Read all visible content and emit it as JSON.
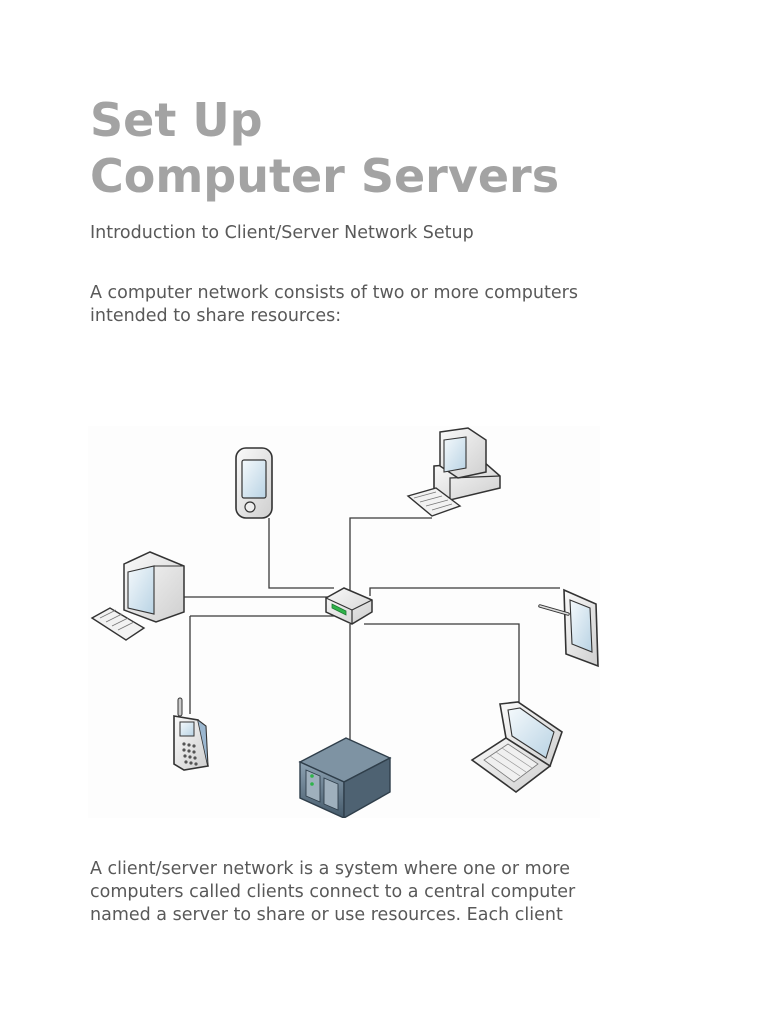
{
  "title": {
    "line1": "Set Up",
    "line2": "Computer Servers"
  },
  "subtitle": "Introduction to Client/Server Network Setup",
  "intro": {
    "line1": "A computer network consists of two or more computers",
    "line2": "intended to share resources:"
  },
  "diagram": {
    "icons": [
      "pda-icon",
      "desktop-tower-icon",
      "desktop-monitor-icon",
      "network-switch-icon",
      "tablet-icon",
      "cell-phone-icon",
      "server-icon",
      "laptop-icon"
    ],
    "colors": {
      "line": "#3a3a3a",
      "device_light": "#e8e8e8",
      "device_dark": "#4a4a4a",
      "screen": "#cfe3f0",
      "server": "#5a6f80",
      "switch_accent": "#2fb34a"
    }
  },
  "body": {
    "line1": "A client/server network is a system where one or more",
    "line2": "computers called clients connect to a central computer",
    "line3": "named a server to share or use resources. Each client"
  }
}
